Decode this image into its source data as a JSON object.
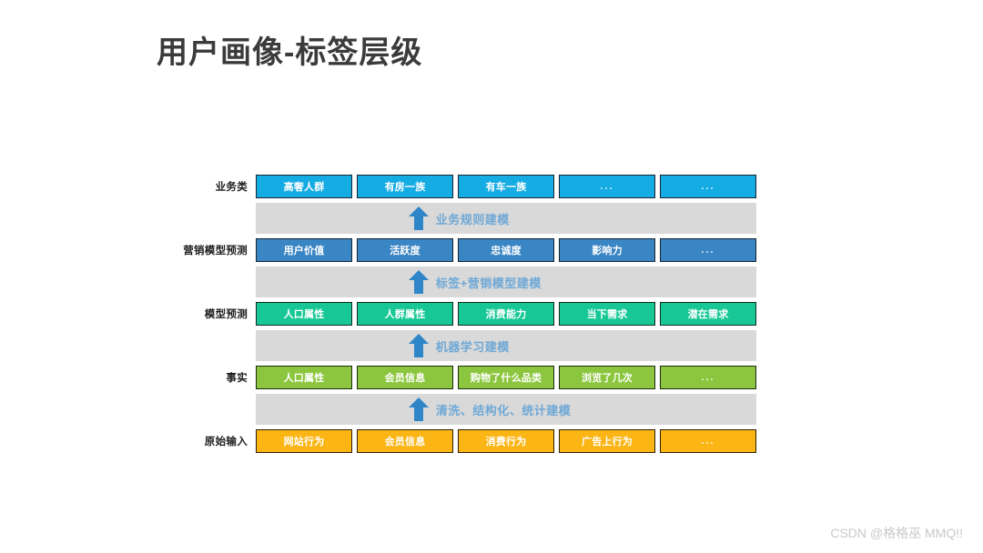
{
  "slide": {
    "title": "用户画像-标签层级",
    "watermark": "CSDN @格格巫 MMQ!!",
    "accent_colors": {
      "title_text": "#3b3b3b",
      "band_background": "#d9d9d9",
      "band_label": "#6fa8d6",
      "arrow": "#2E86C8",
      "tier_business": "#15ABE3",
      "tier_marketing": "#3A85C4",
      "tier_model": "#17C896",
      "tier_fact": "#8CC63E",
      "tier_raw": "#FBB515",
      "watermark": "#c9c9c9"
    }
  },
  "diagram": {
    "rows": [
      {
        "label": "业务类",
        "tier": "tier-biz",
        "cells": [
          "高奢人群",
          "有房一族",
          "有车一族",
          "...",
          "..."
        ]
      },
      {
        "label": "营销模型预测",
        "tier": "tier-mkt",
        "cells": [
          "用户价值",
          "活跃度",
          "忠诚度",
          "影响力",
          "..."
        ]
      },
      {
        "label": "模型预测",
        "tier": "tier-model",
        "cells": [
          "人口属性",
          "人群属性",
          "消费能力",
          "当下需求",
          "潜在需求"
        ]
      },
      {
        "label": "事实",
        "tier": "tier-fact",
        "cells": [
          "人口属性",
          "会员信息",
          "购物了什么品类",
          "浏览了几次",
          "..."
        ]
      },
      {
        "label": "原始输入",
        "tier": "tier-raw",
        "cells": [
          "网站行为",
          "会员信息",
          "消费行为",
          "广告上行为",
          "..."
        ]
      }
    ],
    "bands": [
      {
        "label": "业务规则建模",
        "icon": "up-arrow-icon"
      },
      {
        "label": "标签+营销模型建模",
        "icon": "up-arrow-icon"
      },
      {
        "label": "机器学习建模",
        "icon": "up-arrow-icon"
      },
      {
        "label": "清洗、结构化、统计建模",
        "icon": "up-arrow-icon"
      }
    ]
  }
}
